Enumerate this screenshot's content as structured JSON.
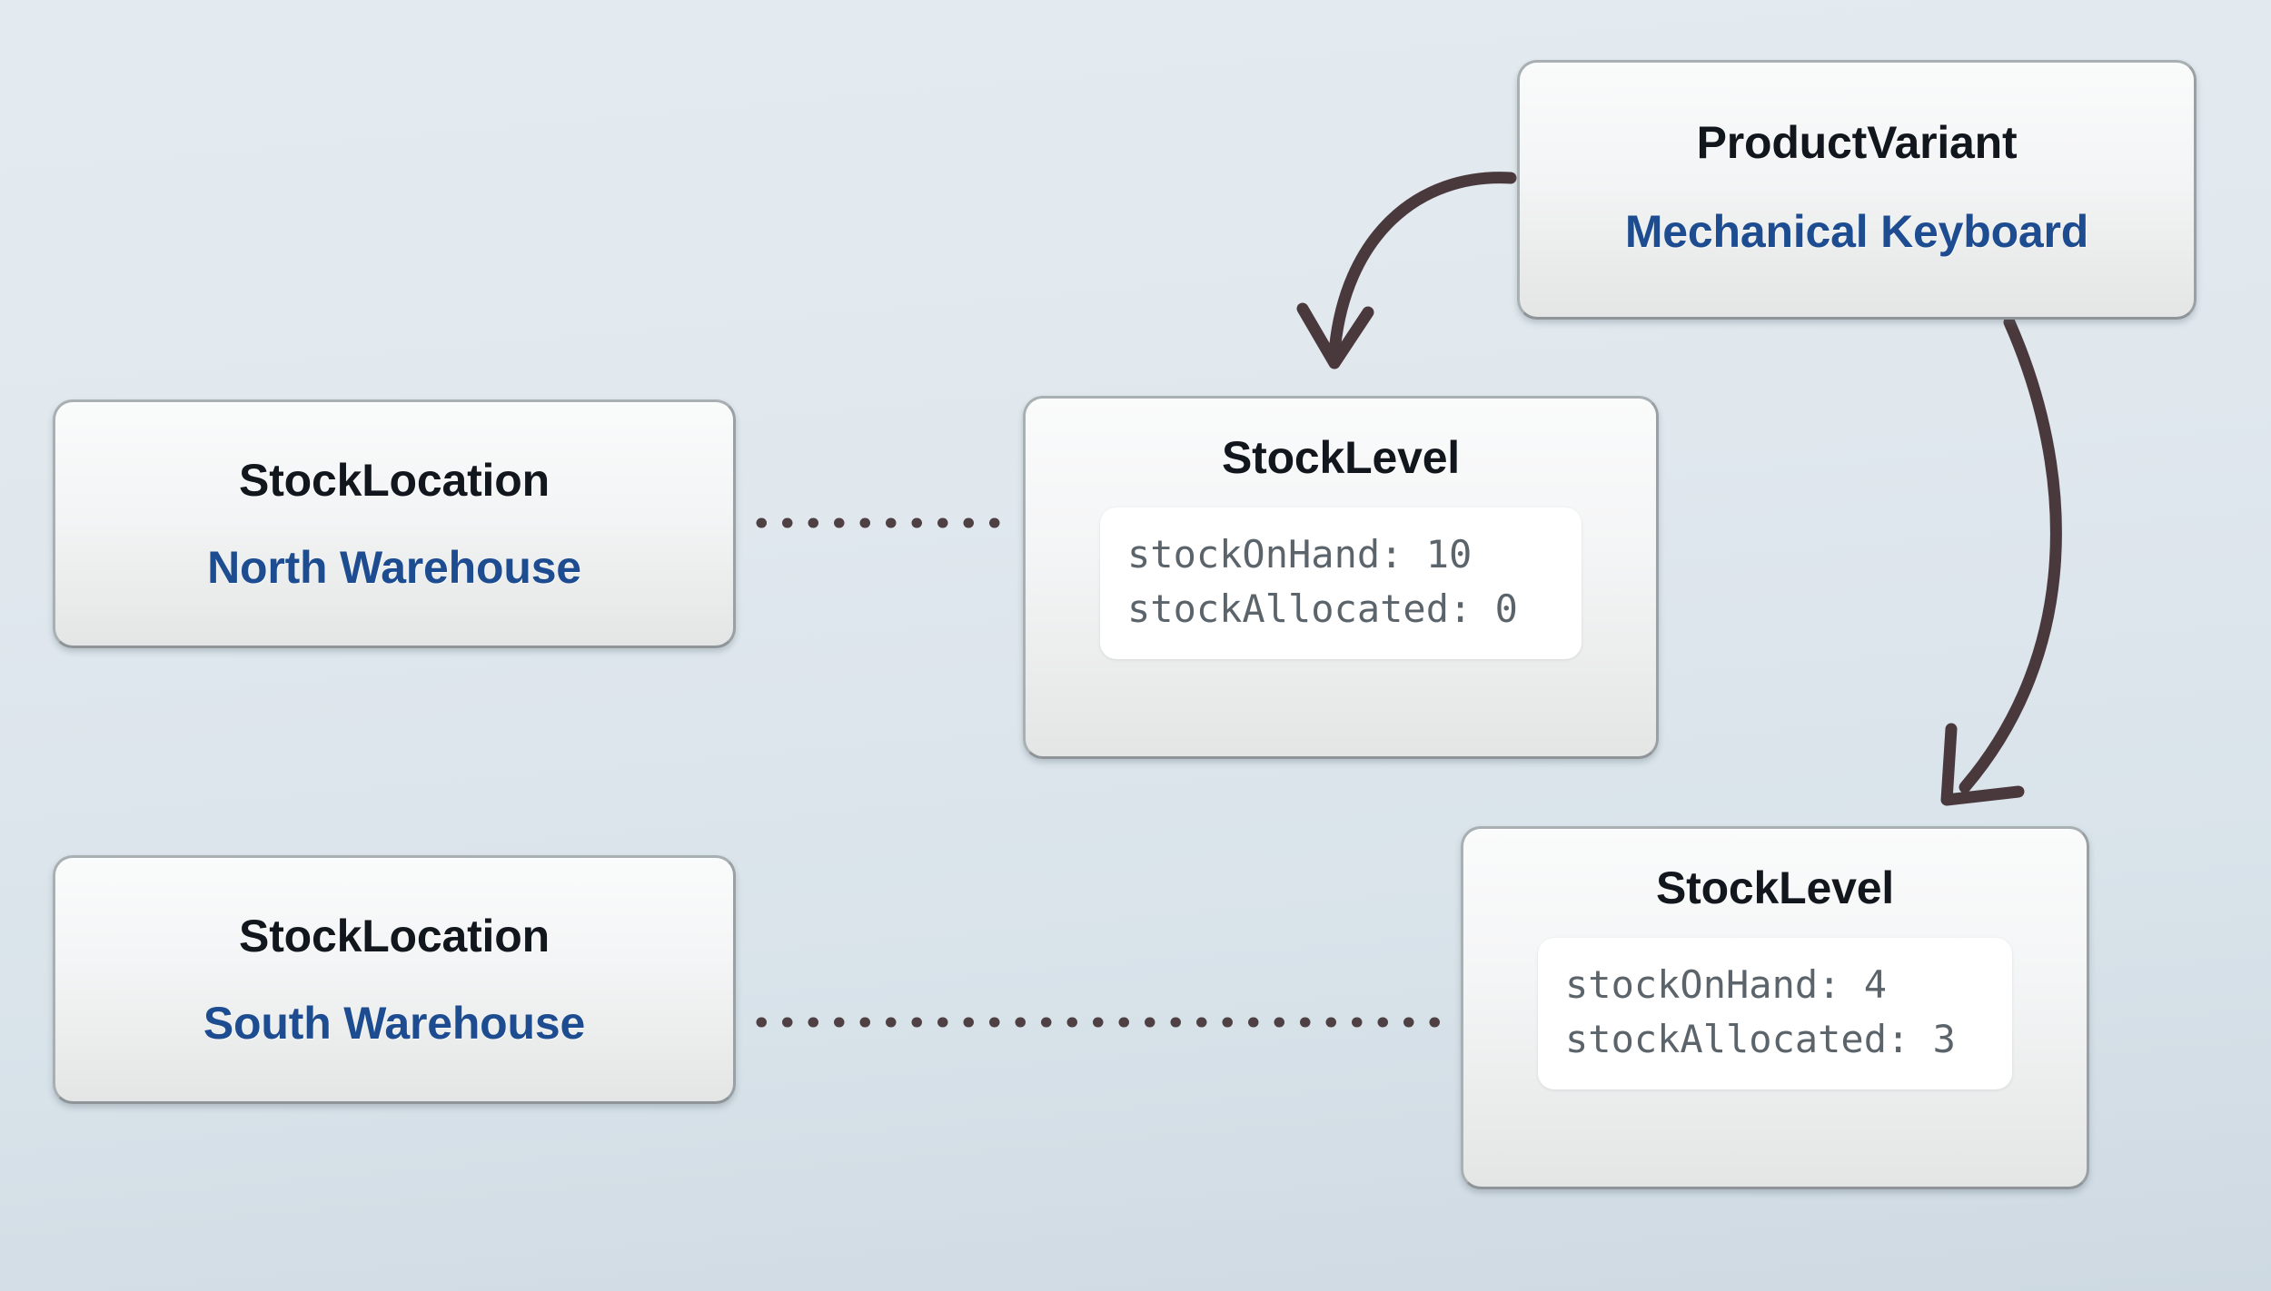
{
  "theme": {
    "background_top": "#e4ebf0",
    "background_bottom": "#ced9e2",
    "node_border": "#a9b0b4",
    "type_text_color": "#12161d",
    "name_text_color": "#1d4c91",
    "field_text_color": "#5c646b",
    "connector_color": "#4a393c",
    "dotted_connector_color": "#4f4044"
  },
  "nodes": {
    "product_variant": {
      "type": "ProductVariant",
      "name": "Mechanical Keyboard"
    },
    "location_north": {
      "type": "StockLocation",
      "name": "North Warehouse"
    },
    "location_south": {
      "type": "StockLocation",
      "name": "South Warehouse"
    },
    "level_north": {
      "type": "StockLevel",
      "fields": [
        "stockOnHand: 10",
        "stockAllocated: 0"
      ]
    },
    "level_south": {
      "type": "StockLevel",
      "fields": [
        "stockOnHand: 4",
        "stockAllocated: 3"
      ]
    }
  },
  "connectors": [
    {
      "name": "product-variant-to-level-north",
      "style": "curved-arrow",
      "from": "product_variant",
      "to": "level_north"
    },
    {
      "name": "product-variant-to-level-south",
      "style": "curved-arrow",
      "from": "product_variant",
      "to": "level_south"
    },
    {
      "name": "location-north-to-level-north",
      "style": "dotted",
      "from": "location_north",
      "to": "level_north"
    },
    {
      "name": "location-south-to-level-south",
      "style": "dotted",
      "from": "location_south",
      "to": "level_south"
    }
  ]
}
